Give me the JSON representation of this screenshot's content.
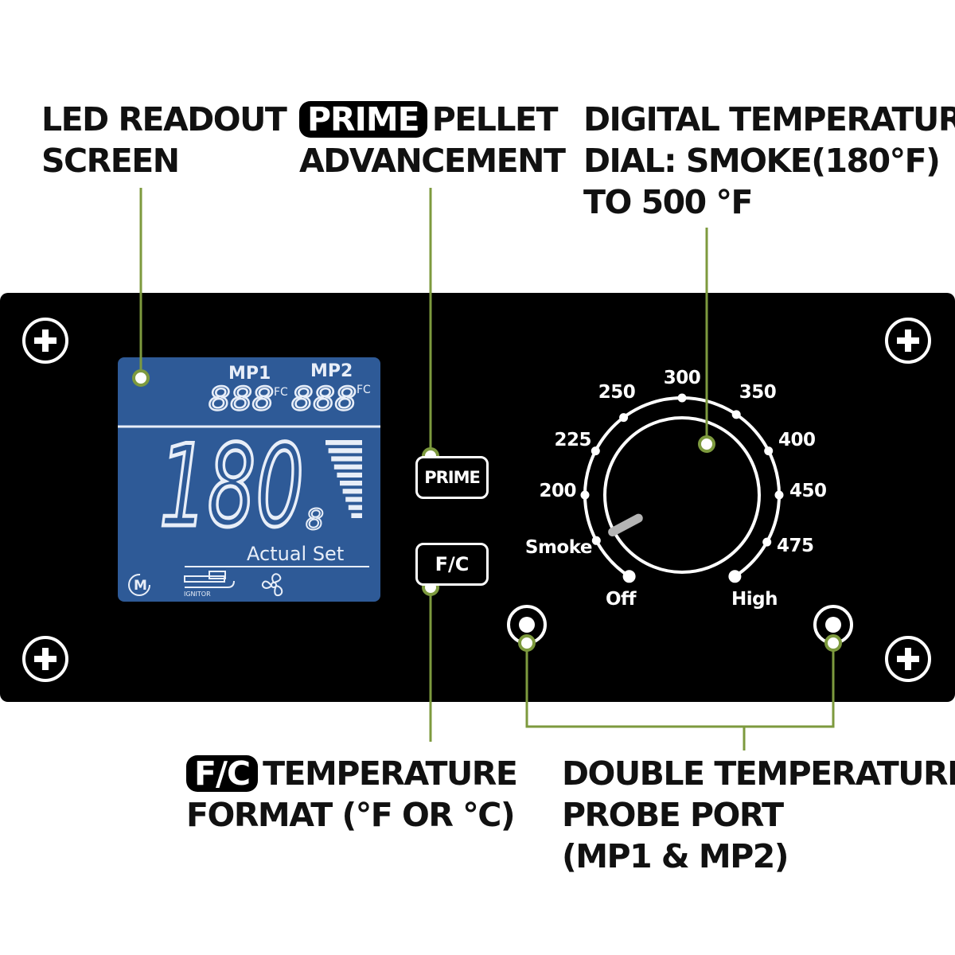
{
  "callouts": {
    "led_readout": {
      "line1": "LED READOUT",
      "line2": "SCREEN"
    },
    "prime": {
      "badge": "PRIME",
      "line1_rest": "PELLET",
      "line2": "ADVANCEMENT"
    },
    "dial": {
      "line1": "DIGITAL TEMPERATURE",
      "line2": "DIAL: SMOKE(180°F)",
      "line3": "TO 500 °F"
    },
    "fc": {
      "badge": "F/C",
      "line1_rest": "TEMPERATURE",
      "line2": "FORMAT (°F OR °C)"
    },
    "probe": {
      "line1": "DOUBLE TEMPERATURE",
      "line2": "PROBE PORT",
      "line3": "(MP1 & MP2)"
    }
  },
  "lcd": {
    "mp1_label": "MP1",
    "mp2_label": "MP2",
    "mp1_digits": "888",
    "mp2_digits": "888",
    "unit_fc": "FC",
    "main_readout": "180",
    "small_digit": "8",
    "actual_set": "Actual Set",
    "icon_m": "M",
    "ignitor_label": "IGNITOR",
    "bar_level_count": 10
  },
  "buttons": {
    "prime": "PRIME",
    "fc": "F/C"
  },
  "dial": {
    "labels": [
      "Off",
      "Smoke",
      "200",
      "225",
      "250",
      "300",
      "350",
      "400",
      "450",
      "475",
      "High"
    ],
    "pointer_setting": "Smoke"
  },
  "colors": {
    "panel": "#000000",
    "lcd_background": "#2e5a97",
    "lcd_foreground": "#e8eef8",
    "callout_line": "#7d9a3e",
    "callout_dot_fill": "#ffffff",
    "dial_pointer": "#b4b4b4"
  },
  "icons": [
    "plus-screw-icon",
    "rotate-m-icon",
    "ignitor-icon",
    "fan-icon"
  ]
}
